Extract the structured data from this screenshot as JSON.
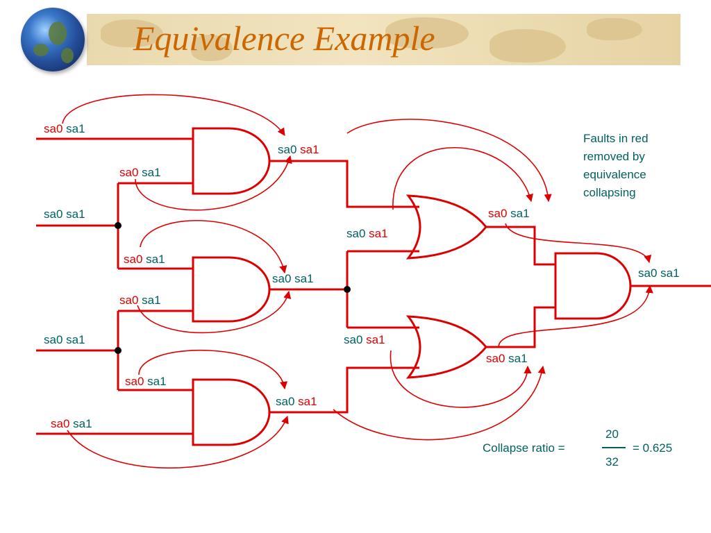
{
  "slide": {
    "title": "Equivalence Example"
  },
  "colors": {
    "circuit_red": "#dd0000",
    "label_teal": "#006060",
    "title_orange": "#cc6600"
  },
  "icons": [
    "globe-icon"
  ],
  "fault_labels": {
    "in1": {
      "sa0": "sa0",
      "sa1": "sa1"
    },
    "g1a": {
      "sa0": "sa0",
      "sa1": "sa1"
    },
    "in2": {
      "sa0": "sa0",
      "sa1": "sa1"
    },
    "g2a": {
      "sa0": "sa0",
      "sa1": "sa1"
    },
    "g2b": {
      "sa0": "sa0",
      "sa1": "sa1"
    },
    "in3": {
      "sa0": "sa0",
      "sa1": "sa1"
    },
    "g3a": {
      "sa0": "sa0",
      "sa1": "sa1"
    },
    "in4": {
      "sa0": "sa0",
      "sa1": "sa1"
    },
    "a1out": {
      "sa0": "sa0",
      "sa1": "sa1"
    },
    "a2out": {
      "sa0": "sa0",
      "sa1": "sa1"
    },
    "a3out": {
      "sa0": "sa0",
      "sa1": "sa1"
    },
    "or1b": {
      "sa0": "sa0",
      "sa1": "sa1"
    },
    "or2a": {
      "sa0": "sa0",
      "sa1": "sa1"
    },
    "or1out": {
      "sa0": "sa0",
      "sa1": "sa1"
    },
    "or2out": {
      "sa0": "sa0",
      "sa1": "sa1"
    },
    "final": {
      "sa0": "sa0",
      "sa1": "sa1"
    }
  },
  "note": {
    "line1": "Faults in red",
    "line2": "removed by",
    "line3": "equivalence",
    "line4": "collapsing"
  },
  "collapse": {
    "label": "Collapse ratio =",
    "numerator": "20",
    "denominator": "32",
    "result": "= 0.625"
  }
}
